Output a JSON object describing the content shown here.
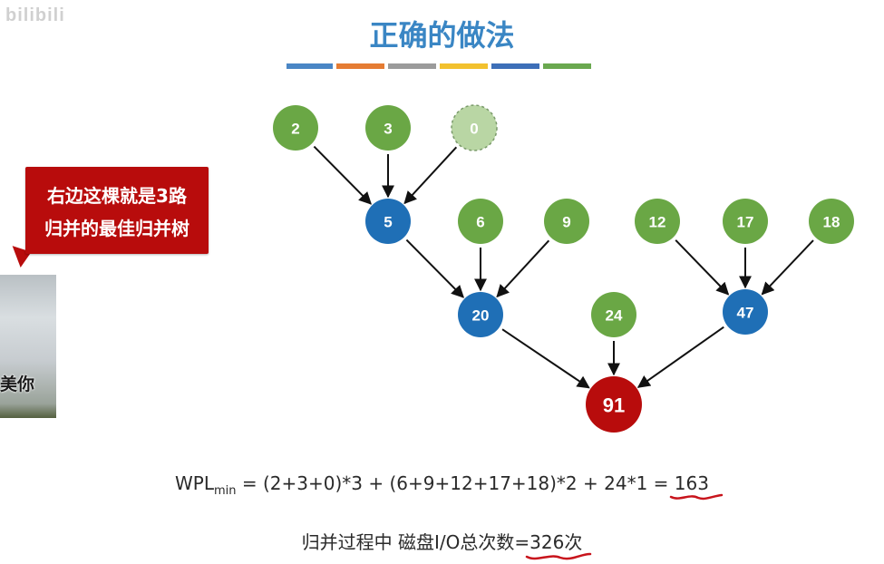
{
  "watermark": "bilibili",
  "title": "正确的做法",
  "color_bar": [
    "#4a86c5",
    "#e57c33",
    "#9b9b9b",
    "#f2c12e",
    "#3d6fb8",
    "#6aa84f"
  ],
  "callout": {
    "line1": "右边这棵就是3路",
    "line2": "归并的最佳归并树",
    "color": "#b80c0c"
  },
  "thumbnail": {
    "caption": "美你"
  },
  "tree": {
    "leaf_color": "#6aa745",
    "internal_color": "#1f6fb6",
    "root_color": "#b80c0c",
    "virtual_color": "#b9d6a4",
    "nodes": [
      {
        "id": "n2",
        "label": "2",
        "kind": "leaf"
      },
      {
        "id": "n3",
        "label": "3",
        "kind": "leaf"
      },
      {
        "id": "n0",
        "label": "0",
        "kind": "virtual"
      },
      {
        "id": "n5",
        "label": "5",
        "kind": "internal"
      },
      {
        "id": "n6",
        "label": "6",
        "kind": "leaf"
      },
      {
        "id": "n9",
        "label": "9",
        "kind": "leaf"
      },
      {
        "id": "n12",
        "label": "12",
        "kind": "leaf"
      },
      {
        "id": "n17",
        "label": "17",
        "kind": "leaf"
      },
      {
        "id": "n18",
        "label": "18",
        "kind": "leaf"
      },
      {
        "id": "n20",
        "label": "20",
        "kind": "internal"
      },
      {
        "id": "n24",
        "label": "24",
        "kind": "leaf"
      },
      {
        "id": "n47",
        "label": "47",
        "kind": "internal"
      },
      {
        "id": "n91",
        "label": "91",
        "kind": "root"
      }
    ],
    "edges": [
      [
        "n2",
        "n5"
      ],
      [
        "n3",
        "n5"
      ],
      [
        "n0",
        "n5"
      ],
      [
        "n5",
        "n20"
      ],
      [
        "n6",
        "n20"
      ],
      [
        "n9",
        "n20"
      ],
      [
        "n12",
        "n47"
      ],
      [
        "n17",
        "n47"
      ],
      [
        "n18",
        "n47"
      ],
      [
        "n20",
        "n91"
      ],
      [
        "n24",
        "n91"
      ],
      [
        "n47",
        "n91"
      ]
    ]
  },
  "formula": {
    "prefix": "WPL",
    "subscript": "min",
    "expression": " = (2+3+0)*3 + (6+9+12+17+18)*2 + 24*1 = ",
    "result": "163"
  },
  "summary": {
    "text": "归并过程中 磁盘I/O总次数=",
    "result": "326次"
  },
  "underline_color": "#c8141c"
}
